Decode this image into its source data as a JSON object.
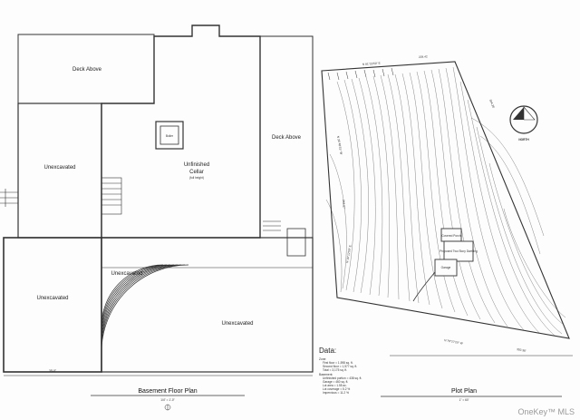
{
  "basement_plan": {
    "title": "Basement Floor Plan",
    "scale": "1/4\" = 1'-0\"",
    "rooms": {
      "deck_above_top": "Deck Above",
      "deck_above_right": "Deck Above",
      "unexcavated_left": "Unexcavated",
      "unfinished_cellar_line1": "Unfinished",
      "unfinished_cellar_line2": "Cellar",
      "unfinished_cellar_note": "(full height)",
      "unexcavated_lower_left": "Unexcavated",
      "unexcavated_lower_mid": "Unexcavated",
      "unexcavated_lower_right": "Unexcavated"
    },
    "boiler_label": "Boiler",
    "bottom_dimension": "39'-8\""
  },
  "plot_plan": {
    "title": "Plot Plan",
    "scale": "1\" = 60'",
    "north_label": "NORTH",
    "bearings": {
      "top": "N 81°20'50\" E",
      "top_distance": "229.42",
      "right_distance": "304.35'",
      "bottom": "N 76°27'20\" W",
      "bottom_distance": "392.36'",
      "left_upper": "N 36°48'15\" W",
      "left_lower": "N 16°12'50\" E",
      "left_distance": "243.87'"
    },
    "house_labels": [
      "Covered Porch",
      "Proposed Two Story Dwelling",
      "Garage"
    ]
  },
  "data_block": {
    "heading": "Data:",
    "lines": [
      "Zone:",
      "First floor = 1,598 sq. ft.",
      "Second floor = 1,577 sq. ft.",
      "Total = 3,175 sq. ft.",
      "Basement:",
      "Unfinished portion = 438 sq. ft.",
      "Garage = 460 sq. ft.",
      "Lot area = 1.55 ac.",
      "Lot coverage = 5.2 %",
      "Impervious = 11.2 %"
    ]
  },
  "watermark": "OneKey™ MLS"
}
